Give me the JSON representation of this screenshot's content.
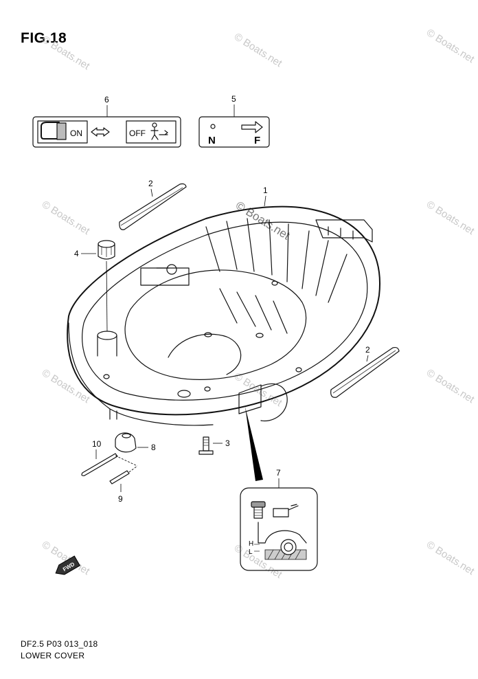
{
  "figure": {
    "title": "FIG.18"
  },
  "callouts": [
    "1",
    "2",
    "2",
    "3",
    "4",
    "5",
    "6",
    "7",
    "8",
    "9",
    "10"
  ],
  "labels": {
    "on": "ON",
    "off": "OFF",
    "neutral": "N",
    "forward": "F",
    "high": "H",
    "low": "L",
    "fwd": "FWD"
  },
  "watermark": "© Boats.net",
  "footer": {
    "code": "DF2.5 P03 013_018",
    "caption": "LOWER COVER"
  }
}
